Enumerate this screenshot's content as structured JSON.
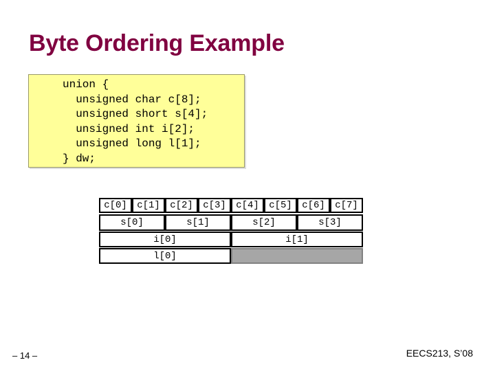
{
  "slide": {
    "title": "Byte Ordering Example",
    "code_lines": [
      "union {",
      "  unsigned char c[8];",
      "  unsigned short s[4];",
      "  unsigned int i[2];",
      "  unsigned long l[1];",
      "} dw;"
    ],
    "layout_rows": {
      "chars": [
        "c[0]",
        "c[1]",
        "c[2]",
        "c[3]",
        "c[4]",
        "c[5]",
        "c[6]",
        "c[7]"
      ],
      "shorts": [
        "s[0]",
        "s[1]",
        "s[2]",
        "s[3]"
      ],
      "ints": [
        "i[0]",
        "i[1]"
      ],
      "longs": [
        "l[0]",
        ""
      ]
    },
    "footer": {
      "page_number": "– 14 –",
      "course": "EECS213, S’08"
    }
  },
  "colors": {
    "title": "#800040",
    "code_background": "#ffff99",
    "empty_cell": "#a6a6a6"
  }
}
